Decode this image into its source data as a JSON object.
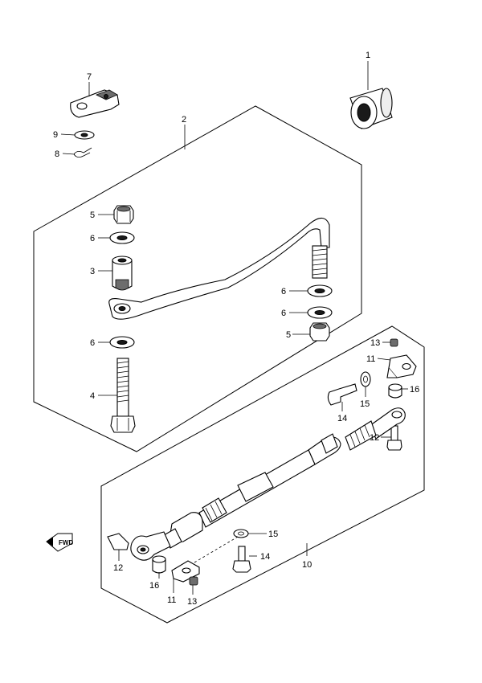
{
  "labels": {
    "p1": "1",
    "p2": "2",
    "p3": "3",
    "p4": "4",
    "p5a": "5",
    "p5b": "5",
    "p6a": "6",
    "p6b": "6",
    "p6c": "6",
    "p6d": "6",
    "p7": "7",
    "p8": "8",
    "p9": "9",
    "p10": "10",
    "p11a": "11",
    "p11b": "11",
    "p12a": "12",
    "p12b": "12",
    "p13a": "13",
    "p13b": "13",
    "p14a": "14",
    "p14b": "14",
    "p15a": "15",
    "p15b": "15",
    "p16a": "16",
    "p16b": "16"
  },
  "badge": {
    "text": "FWD"
  }
}
